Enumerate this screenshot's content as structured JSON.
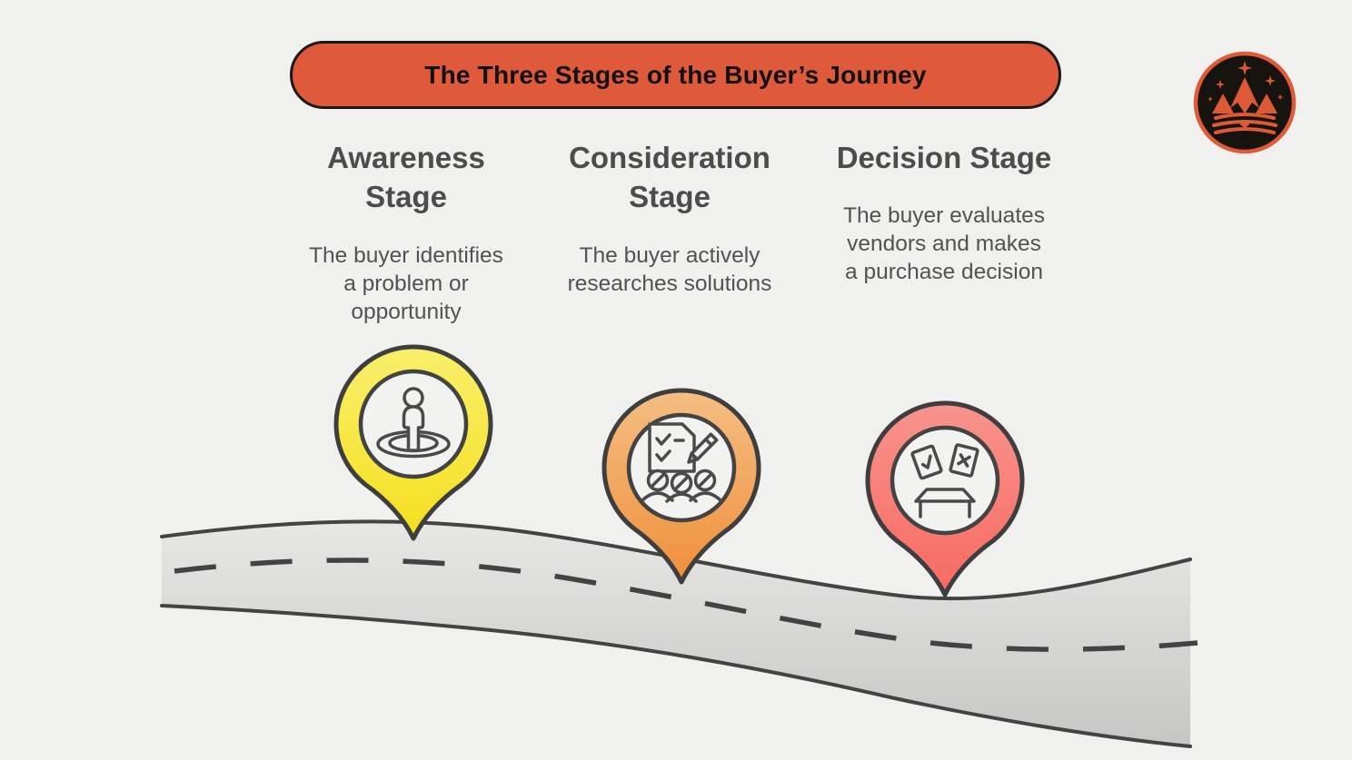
{
  "banner": {
    "title": "The Three Stages of the Buyer’s Journey",
    "bg_color": "#DF5A3B"
  },
  "logo": {
    "icon": "crown-mountains-logo",
    "bg_color": "#17130F",
    "accent_color": "#DD5A36"
  },
  "stages": [
    {
      "id": "awareness",
      "heading": "Awareness\nStage",
      "description": "The buyer identifies\na problem or\nopportunity",
      "icon": "person-location-icon",
      "pin_color_top": "#F8EF6B",
      "pin_color_bottom": "#F5DF1E"
    },
    {
      "id": "consideration",
      "heading": "Consideration\nStage",
      "description": "The buyer actively\nresearches solutions",
      "icon": "checklist-pencil-people-icon",
      "pin_color_top": "#F5BE83",
      "pin_color_bottom": "#EF8F3B"
    },
    {
      "id": "decision",
      "heading": "Decision Stage",
      "description": "The buyer evaluates\nvendors and makes\na purchase decision",
      "icon": "ballot-box-icon",
      "pin_color_top": "#F8938D",
      "pin_color_bottom": "#F76A61"
    }
  ],
  "road": {
    "fill_top": "#E7E7E6",
    "fill_bottom": "#C6C6C5",
    "outline_color": "#434343",
    "dash_color": "#434343"
  },
  "colors": {
    "background": "#F0F0EF",
    "banner_border": "#1A1A1A",
    "banner_text": "#111111",
    "heading_text": "#4C4C4C",
    "body_text": "#525252",
    "icon_stroke": "#4A4A4A",
    "pin_outline": "#3E3E3E",
    "pin_inner_fill": "#F2F2F1"
  }
}
